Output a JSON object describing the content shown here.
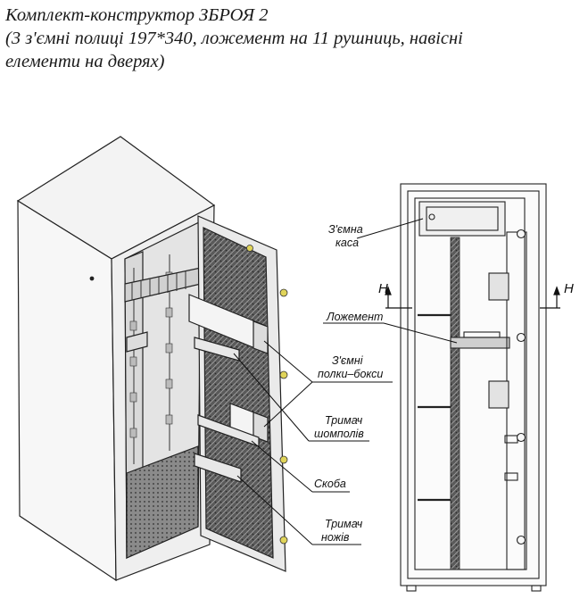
{
  "title": {
    "line1": "Комплект-конструктор ЗБРОЯ 2",
    "line2": "(3 з'ємні полиці 197*340, ложемент на 11 рушниць, навісні",
    "line3": "елементи на дверях)"
  },
  "labels": {
    "removable_cash_box": [
      "З'ємна",
      "каса"
    ],
    "gun_rack": "Ложемент",
    "removable_shelves": [
      "З'ємні",
      "полки–бокси"
    ],
    "ramrod_holder": [
      "Тримач",
      "шомполів"
    ],
    "bracket": "Скоба",
    "knife_holder": [
      "Тримач",
      "ножів"
    ],
    "section_mark_left": "H",
    "section_mark_right": "H"
  },
  "colors": {
    "line": "#222222",
    "panel_texture": "#4a4a4a",
    "metal_light": "#f2f2f2",
    "metal_shade": "#d6d6d6"
  }
}
